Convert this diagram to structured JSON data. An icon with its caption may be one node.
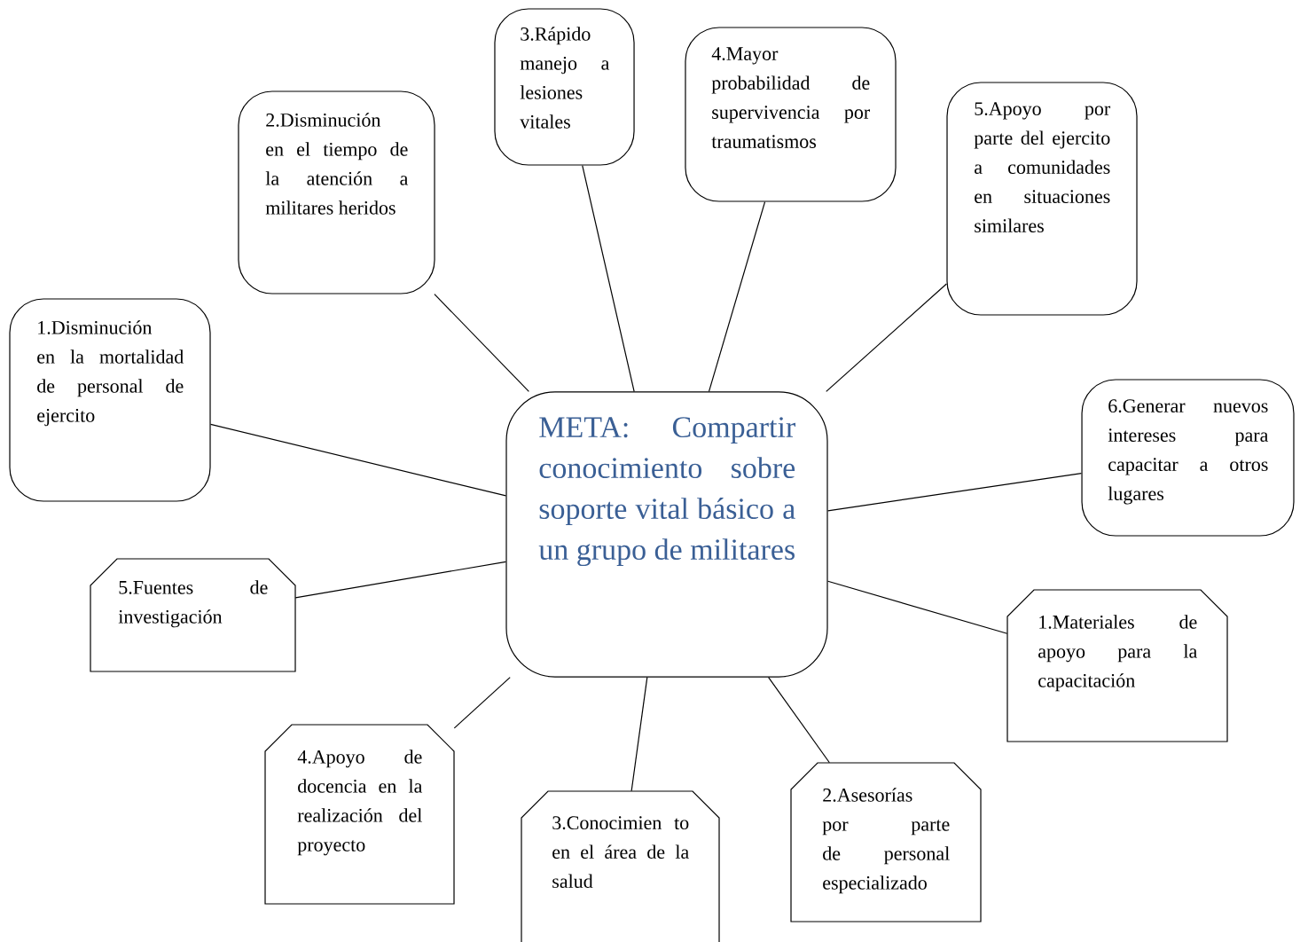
{
  "diagram": {
    "nodes": [
      {
        "text": [
          "META: Compartir conocimiento sobre soporte vital básico a un grupo de militares"
        ]
      },
      {
        "text": [
          "1.Disminución en la mortalidad de personal de ejercito"
        ]
      },
      {
        "text": [
          "2.Disminución en el tiempo de la atención a militares heridos"
        ]
      },
      {
        "text": [
          "3.Rápido manejo a lesiones vitales"
        ]
      },
      {
        "text": [
          "4.Mayor probabilidad de supervivencia por traumatismos"
        ]
      },
      {
        "text": [
          "5.Apoyo por parte del ejercito a comunidades en situaciones similares"
        ]
      },
      {
        "text": [
          "6.Generar nuevos intereses para capacitar a otros lugares"
        ]
      },
      {
        "text": [
          "1.Materiales de apoyo para la capacitación"
        ]
      },
      {
        "text": [
          "2.Asesorías por parte de personal especializado"
        ]
      },
      {
        "text": [
          "3.Conocimien to en el área de la salud"
        ]
      },
      {
        "text": [
          "4.Apoyo de docencia en la realización del proyecto"
        ]
      },
      {
        "text": [
          "5.Fuentes de investigación"
        ]
      }
    ],
    "edges": [
      {
        "from": 0,
        "to": 1,
        "arrow": "none"
      },
      {
        "from": 0,
        "to": 2,
        "arrow": "none"
      },
      {
        "from": 0,
        "to": 3,
        "arrow": "none"
      },
      {
        "from": 0,
        "to": 4,
        "arrow": "none"
      },
      {
        "from": 0,
        "to": 5,
        "arrow": "none"
      },
      {
        "from": 0,
        "to": 6,
        "arrow": "none"
      },
      {
        "from": 0,
        "to": 7,
        "arrow": "none"
      },
      {
        "from": 0,
        "to": 8,
        "arrow": "none"
      },
      {
        "from": 0,
        "to": 9,
        "arrow": "none"
      },
      {
        "from": 0,
        "to": 10,
        "arrow": "none"
      },
      {
        "from": 0,
        "to": 11,
        "arrow": "none"
      }
    ]
  }
}
